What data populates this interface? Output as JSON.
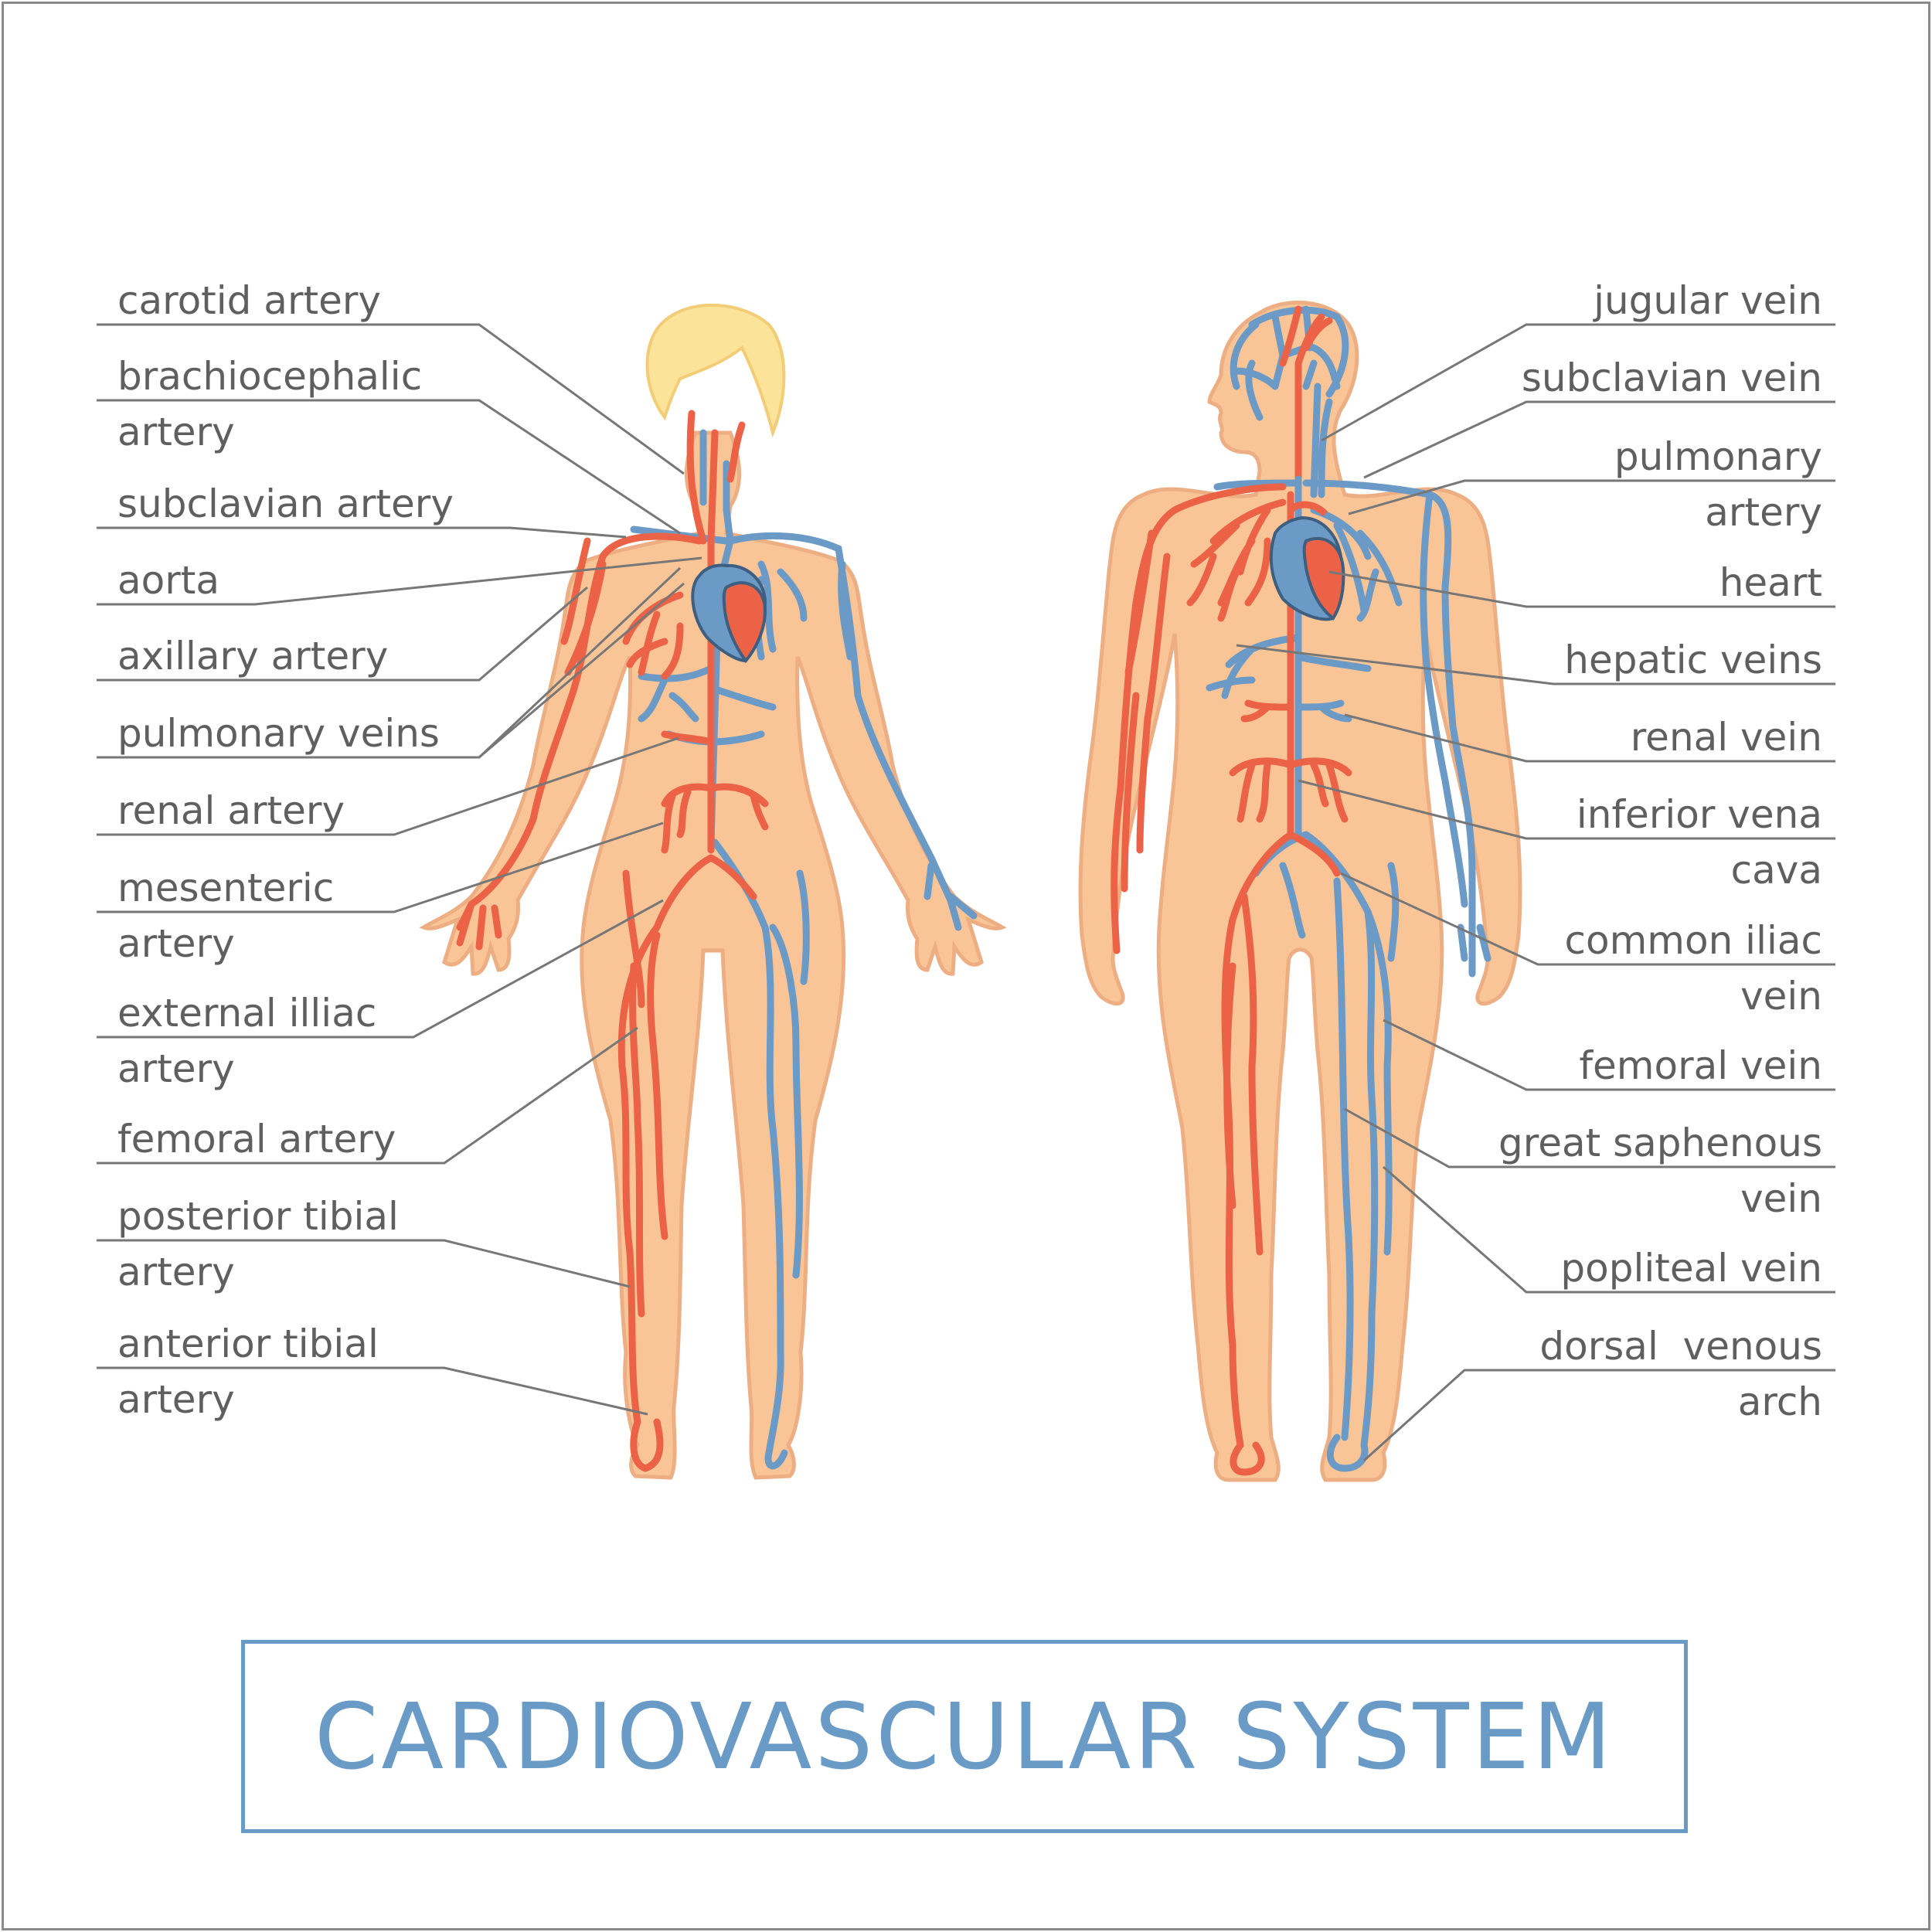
{
  "title": "CARDIOVASCULAR SYSTEM",
  "colors": {
    "artery": "#ec6247",
    "vein": "#6b9ac6",
    "skin": "#f9c597",
    "skin_outline": "#ecae82",
    "hair": "#fbe49a",
    "leader": "#777777",
    "text": "#5f5f5f"
  },
  "labels_left": [
    {
      "id": "carotid-artery",
      "lines": [
        "carotid artery"
      ]
    },
    {
      "id": "brachiocephalic-artery",
      "lines": [
        "brachiocephalic",
        "artery"
      ]
    },
    {
      "id": "subclavian-artery",
      "lines": [
        "subclavian artery"
      ]
    },
    {
      "id": "aorta",
      "lines": [
        "aorta"
      ]
    },
    {
      "id": "axillary-artery",
      "lines": [
        "axillary artery"
      ]
    },
    {
      "id": "pulmonary-veins",
      "lines": [
        "pulmonary veins"
      ]
    },
    {
      "id": "renal-artery",
      "lines": [
        "renal artery"
      ]
    },
    {
      "id": "mesenteric-artery",
      "lines": [
        "mesenteric",
        "artery"
      ]
    },
    {
      "id": "external-illiac-artery",
      "lines": [
        "external illiac",
        "artery"
      ]
    },
    {
      "id": "femoral-artery",
      "lines": [
        "femoral artery"
      ]
    },
    {
      "id": "posterior-tibial-artery",
      "lines": [
        "posterior tibial",
        "artery"
      ]
    },
    {
      "id": "anterior-tibial-artery",
      "lines": [
        "anterior tibial",
        "artery"
      ]
    }
  ],
  "labels_right": [
    {
      "id": "jugular-vein",
      "lines": [
        "jugular vein"
      ]
    },
    {
      "id": "subclavian-vein",
      "lines": [
        "subclavian vein"
      ]
    },
    {
      "id": "pulmonary-artery",
      "lines": [
        "pulmonary",
        "artery"
      ]
    },
    {
      "id": "heart",
      "lines": [
        "heart"
      ]
    },
    {
      "id": "hepatic-veins",
      "lines": [
        "hepatic veins"
      ]
    },
    {
      "id": "renal-vein",
      "lines": [
        "renal vein"
      ]
    },
    {
      "id": "inferior-vena-cava",
      "lines": [
        "inferior vena",
        "cava"
      ]
    },
    {
      "id": "common-iliac-vein",
      "lines": [
        "common iliac",
        "vein"
      ]
    },
    {
      "id": "femoral-vein",
      "lines": [
        "femoral vein"
      ]
    },
    {
      "id": "great-saphenous-vein",
      "lines": [
        "great saphenous",
        "vein"
      ]
    },
    {
      "id": "popliteal-vein",
      "lines": [
        "popliteal vein"
      ]
    },
    {
      "id": "dorsal-venous-arch",
      "lines": [
        "dorsal  venous",
        "arch"
      ]
    }
  ]
}
